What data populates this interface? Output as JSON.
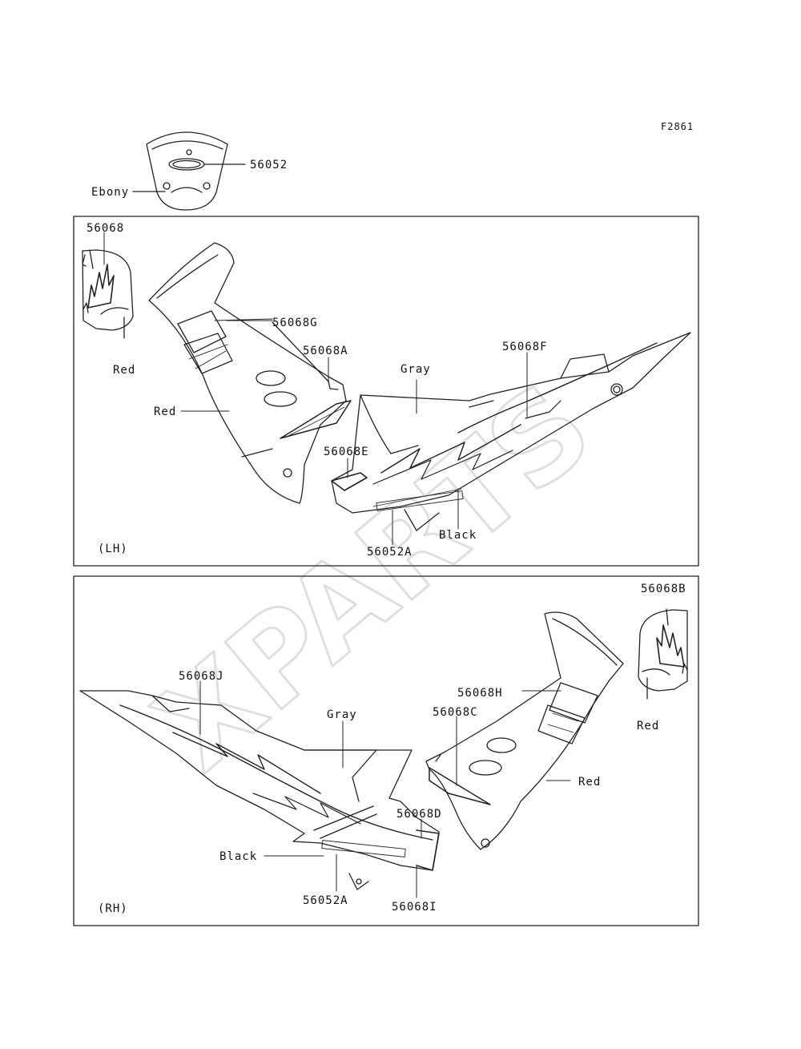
{
  "figure_id": "F2861",
  "top_part": {
    "number": "56052",
    "color": "Ebony"
  },
  "lh_panel": {
    "side_label": "(LH)",
    "labels": {
      "p56068": "56068",
      "p56068g": "56068G",
      "p56068a": "56068A",
      "p56068f": "56068F",
      "p56068e": "56068E",
      "p56052a": "56052A",
      "red1": "Red",
      "red2": "Red",
      "gray": "Gray",
      "black": "Black"
    }
  },
  "rh_panel": {
    "side_label": "(RH)",
    "labels": {
      "p56068b": "56068B",
      "p56068j": "56068J",
      "p56068h": "56068H",
      "p56068c": "56068C",
      "p56068d": "56068D",
      "p56052a": "56052A",
      "p56068i": "56068I",
      "red1": "Red",
      "red2": "Red",
      "gray": "Gray",
      "black": "Black"
    }
  },
  "watermark": "XPARTS"
}
